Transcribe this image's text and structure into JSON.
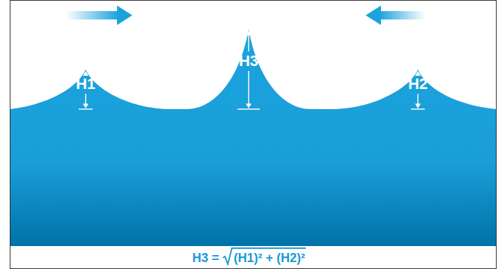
{
  "diagram": {
    "labels": [
      "H1",
      "H3",
      "H2",
      "H3 =",
      "(H1)² + (H2)²"
    ]
  }
}
